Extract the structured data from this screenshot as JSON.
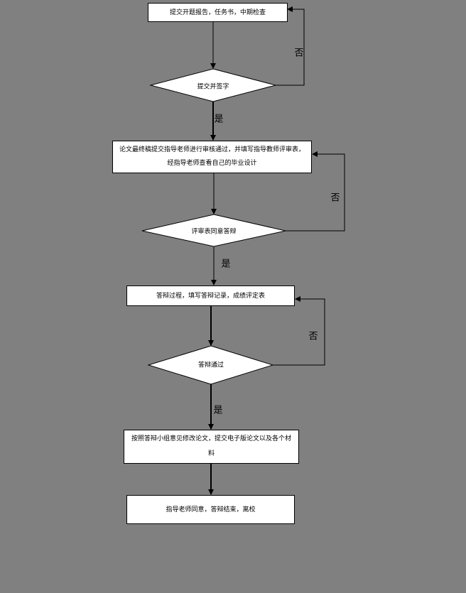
{
  "nodes": {
    "submit_reports": "提交开题报告，任务书，中期检查",
    "submit_sign": "提交并签字",
    "final_review": "论文最终稿提交指导老师进行审核通过，并填写指导教师评审表，经指导老师查看自己的毕业设计",
    "review_agree": "评审表同意答辩",
    "defense_process": "答辩过程，填写答辩记录，成绩评定表",
    "defense_pass": "答辩通过",
    "revise_submit": "按照答辩小组意见修改论文，提交电子版论文以及各个材料",
    "finish": "指导老师同意，答辩结束，离校"
  },
  "edge_labels": {
    "yes": "是",
    "no": "否"
  }
}
